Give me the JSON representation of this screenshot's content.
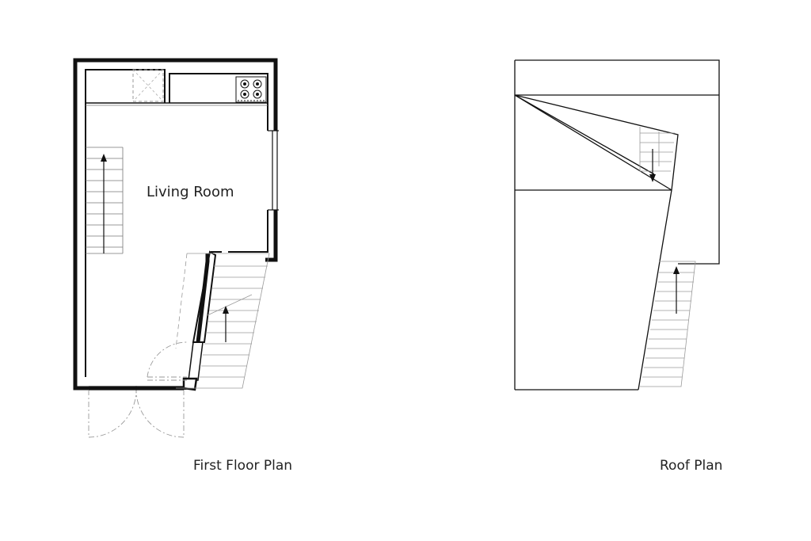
{
  "drawing": {
    "plans": [
      {
        "id": "first-floor",
        "title": "First Floor Plan",
        "rooms": [
          {
            "label": "Living Room"
          }
        ],
        "elements": [
          "wall-outline",
          "kitchen-counter",
          "hob-icon",
          "stair-up",
          "external-stair",
          "entrance-doors"
        ]
      },
      {
        "id": "roof",
        "title": "Roof Plan",
        "elements": [
          "roof-outline",
          "roof-slope-lines",
          "roof-hatch-stair",
          "external-stair"
        ]
      }
    ],
    "line_color": "#111111",
    "light_line_color": "#9a9a9a"
  }
}
